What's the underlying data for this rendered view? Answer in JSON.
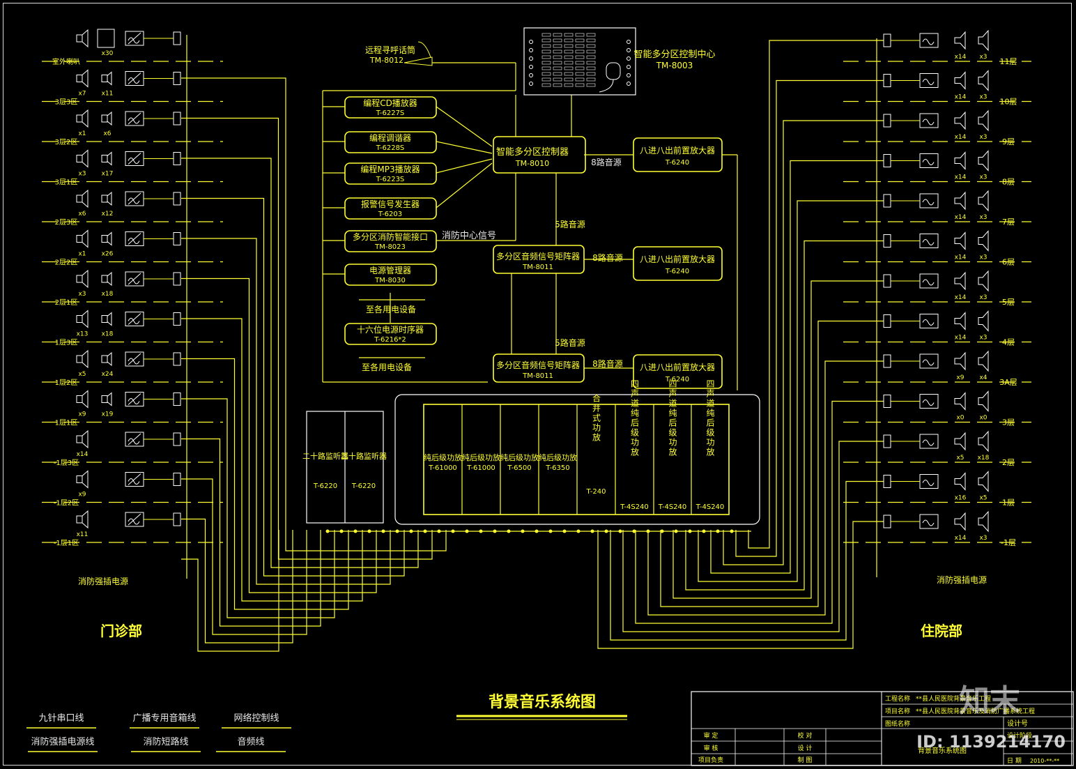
{
  "title": "背景音乐系统图",
  "sections": {
    "left": "门诊部",
    "right": "住院部"
  },
  "control_center": {
    "name": "智能多分区控制中心",
    "model": "TM-8003"
  },
  "remote_mic": {
    "name": "远程寻呼话筒",
    "model": "TM-8012"
  },
  "sources": [
    {
      "name": "编程CD播放器",
      "model": "T-6227S"
    },
    {
      "name": "编程调谐器",
      "model": "T-6228S"
    },
    {
      "name": "编程MP3播放器",
      "model": "T-6223S"
    },
    {
      "name": "报警信号发生器",
      "model": "T-6203"
    },
    {
      "name": "多分区消防智能接口",
      "model": "TM-8023"
    },
    {
      "name": "电源管理器",
      "model": "TM-8030"
    },
    {
      "name": "十六位电源时序器",
      "model": "T-6216*2"
    }
  ],
  "fire_signal": "消防中心信号",
  "to_devices": [
    "至各用电设备",
    "至各用电设备"
  ],
  "controller": {
    "name": "智能多分区控制器",
    "model": "TM-8010"
  },
  "matrices": [
    {
      "name": "多分区音频信号矩阵器",
      "model": "TM-8011"
    },
    {
      "name": "多分区音频信号矩阵器",
      "model": "TM-8011"
    }
  ],
  "preamps": [
    {
      "name": "八进八出前置放大器",
      "model": "T-6240"
    },
    {
      "name": "八进八出前置放大器",
      "model": "T-6240"
    },
    {
      "name": "八进八出前置放大器",
      "model": "T-6240"
    }
  ],
  "signal_labels": {
    "source8": "8路音源",
    "source5a": "5路音源",
    "source8b": "8路音源",
    "source5b": "5路音源",
    "source8c": "8路音源"
  },
  "monitors": [
    {
      "name": "二十路监听器",
      "model": "T-6220"
    },
    {
      "name": "二十路监听器",
      "model": "T-6220"
    }
  ],
  "amps": [
    {
      "name": "纯后级功放",
      "model": "T-61000"
    },
    {
      "name": "纯后级功放",
      "model": "T-61000"
    },
    {
      "name": "纯后级功放",
      "model": "T-6500"
    },
    {
      "name": "纯后级功放",
      "model": "T-6350"
    },
    {
      "name": "合并式功放",
      "model": "T-240"
    },
    {
      "name": "四声道纯后级功放",
      "model": "T-4S240"
    },
    {
      "name": "四声道纯后级功放",
      "model": "T-4S240"
    },
    {
      "name": "四声道纯后级功放",
      "model": "T-4S240"
    }
  ],
  "left_zones": [
    {
      "label": "室外喇叭",
      "count_a": "",
      "count_b": "x30"
    },
    {
      "label": "3层3区",
      "count_a": "x7",
      "count_b": "x11"
    },
    {
      "label": "3层2区",
      "count_a": "x1",
      "count_b": "x6"
    },
    {
      "label": "3层1区",
      "count_a": "x3",
      "count_b": "x17"
    },
    {
      "label": "2层3区",
      "count_a": "x6",
      "count_b": "x12"
    },
    {
      "label": "2层2区",
      "count_a": "x1",
      "count_b": "x26"
    },
    {
      "label": "2层1区",
      "count_a": "x3",
      "count_b": "x18"
    },
    {
      "label": "1层3区",
      "count_a": "x13",
      "count_b": "x18"
    },
    {
      "label": "1层2区",
      "count_a": "x5",
      "count_b": "x24"
    },
    {
      "label": "1层1区",
      "count_a": "x9",
      "count_b": "x19"
    },
    {
      "label": "-1层3区",
      "count_a": "x14",
      "count_b": ""
    },
    {
      "label": "-1层2区",
      "count_a": "x9",
      "count_b": ""
    },
    {
      "label": "-1层1区",
      "count_a": "x11",
      "count_b": ""
    }
  ],
  "right_floors": [
    {
      "label": "11层",
      "count_a": "x14",
      "count_b": "x3"
    },
    {
      "label": "10层",
      "count_a": "x14",
      "count_b": "x3"
    },
    {
      "label": "9层",
      "count_a": "x14",
      "count_b": "x3"
    },
    {
      "label": "8层",
      "count_a": "x14",
      "count_b": "x3"
    },
    {
      "label": "7层",
      "count_a": "x14",
      "count_b": "x3"
    },
    {
      "label": "6层",
      "count_a": "x14",
      "count_b": "x3"
    },
    {
      "label": "5层",
      "count_a": "x14",
      "count_b": "x3"
    },
    {
      "label": "4层",
      "count_a": "x14",
      "count_b": "x3"
    },
    {
      "label": "3A层",
      "count_a": "x9",
      "count_b": "x4"
    },
    {
      "label": "3层",
      "count_a": "x0",
      "count_b": "x0"
    },
    {
      "label": "2层",
      "count_a": "x5",
      "count_b": "x18"
    },
    {
      "label": "1层",
      "count_a": "x16",
      "count_b": "x5"
    },
    {
      "label": "-1层",
      "count_a": "x14",
      "count_b": "x3"
    }
  ],
  "fire_power": [
    "消防强插电源",
    "消防强插电源"
  ],
  "legend": [
    {
      "label": "九针串口线"
    },
    {
      "label": "广播专用音箱线"
    },
    {
      "label": "网络控制线"
    },
    {
      "label": "消防强插电源线"
    },
    {
      "label": "消防短路线"
    },
    {
      "label": "音频线"
    }
  ],
  "title_block": {
    "project_name_label": "工程名称",
    "project_name": "**县人民医院背景音乐工程",
    "item_label": "项目名称",
    "item": "**县人民医院背景音乐及消防广播系统工程",
    "drawing_label": "图纸名称",
    "drawing": "背景音乐系统图",
    "design_no_label": "设计号",
    "design_stage_label": "设计阶段",
    "date_label": "日 期",
    "date": "2010-**-**",
    "rows": [
      [
        "审 定",
        "",
        "校 对",
        ""
      ],
      [
        "审 核",
        "",
        "设 计",
        ""
      ],
      [
        "项目负责",
        "",
        "制 图",
        ""
      ]
    ]
  },
  "watermark": {
    "logo": "知末",
    "id": "ID: 1139214170"
  }
}
